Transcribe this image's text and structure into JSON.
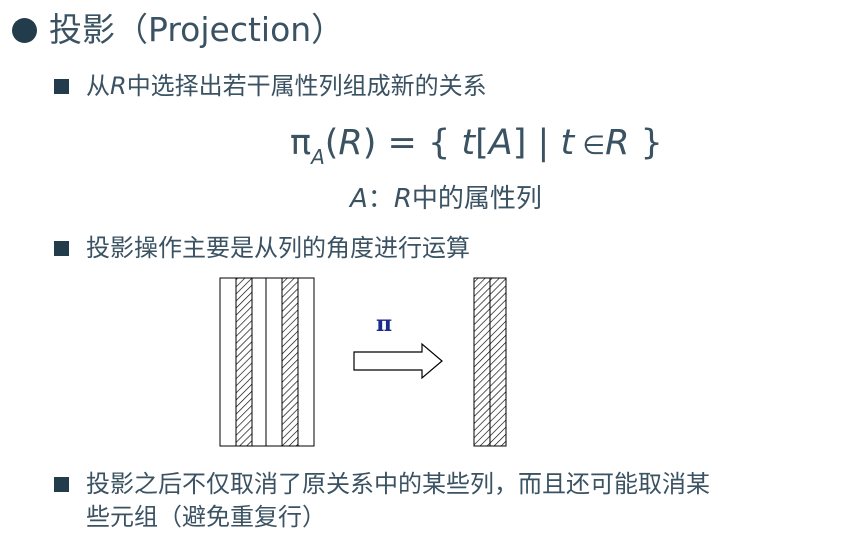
{
  "title": {
    "text": "投影（Projection）"
  },
  "bullets": [
    {
      "prefix": "从",
      "var": "R",
      "suffix": "中选择出若干属性列组成新的关系"
    },
    {
      "text": "投影操作主要是从列的角度进行运算"
    },
    {
      "line1": "投影之后不仅取消了原关系中的某些列，而且还可能取消某",
      "line2": "些元组（避免重复行）"
    }
  ],
  "formula": {
    "pi": "π",
    "subscript": "A",
    "open": "(",
    "arg": "R",
    "close": ")",
    "eq": " = { ",
    "t1": "t",
    "bracket_open": "[",
    "attr": "A",
    "bracket_close": "]",
    "bar": " | ",
    "t2": "t",
    "elem": " ∈",
    "set": "R",
    "end": " }"
  },
  "formula_note": {
    "attr": "A",
    "colon": "：",
    "rel": "R",
    "desc": "中的属性列"
  },
  "diagram": {
    "operator_label": "π"
  }
}
